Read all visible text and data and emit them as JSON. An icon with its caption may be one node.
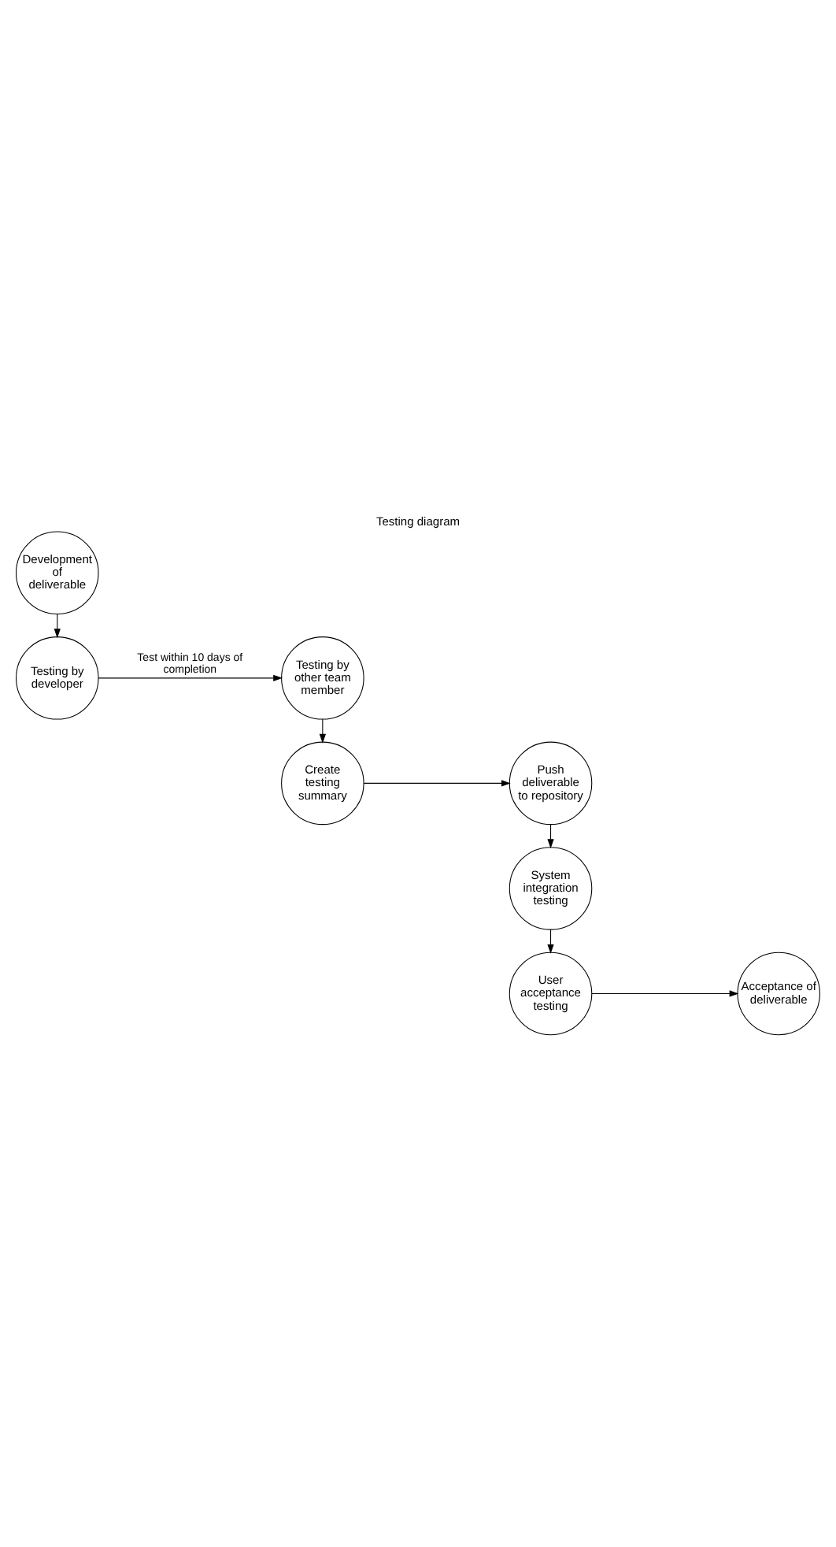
{
  "diagram": {
    "title": "Testing diagram",
    "nodes": [
      {
        "text": [
          "Development of deliverable"
        ]
      },
      {
        "text": [
          "Testing by developer"
        ]
      },
      {
        "text": [
          "Testing by other team member"
        ]
      },
      {
        "text": [
          "Create testing summary"
        ]
      },
      {
        "text": [
          "Push deliverable to repository"
        ]
      },
      {
        "text": [
          "System integration testing"
        ]
      },
      {
        "text": [
          "User acceptance testing"
        ]
      },
      {
        "text": [
          "Acceptance of deliverable"
        ]
      }
    ],
    "edges": [
      {
        "from": 0,
        "to": 1,
        "arrow": "to"
      },
      {
        "from": 1,
        "to": 2,
        "arrow": "to",
        "label": "Test within 10 days of completion"
      },
      {
        "from": 2,
        "to": 3,
        "arrow": "to"
      },
      {
        "from": 3,
        "to": 4,
        "arrow": "to"
      },
      {
        "from": 4,
        "to": 5,
        "arrow": "to"
      },
      {
        "from": 5,
        "to": 6,
        "arrow": "to"
      },
      {
        "from": 6,
        "to": 7,
        "arrow": "to"
      }
    ]
  }
}
